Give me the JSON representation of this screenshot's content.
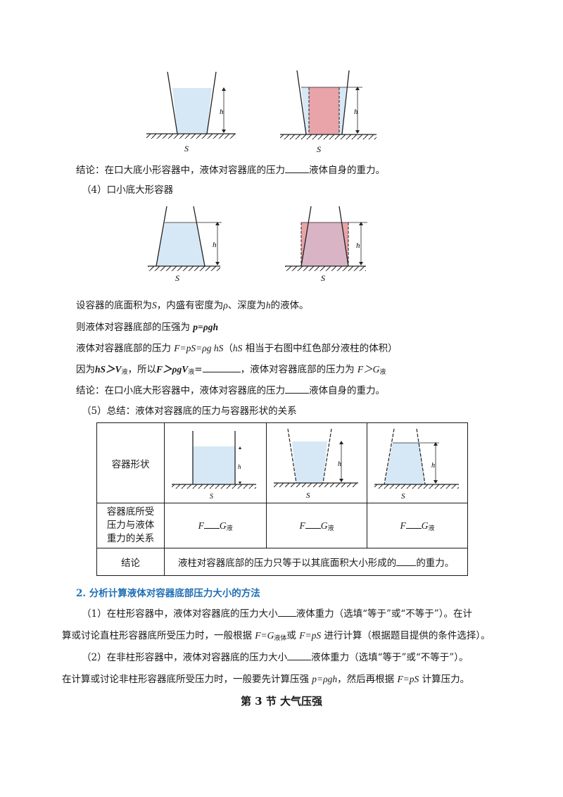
{
  "figures": {
    "label_s": "S",
    "label_h": "h"
  },
  "para1": {
    "text_a": "结论：在口大底小形容器中，液体对容器底的压力",
    "text_b": "液体自身的重力。"
  },
  "section4": {
    "title": "（4）口小底大形容器"
  },
  "para2": {
    "a": "设容器的底面积为",
    "b": "S",
    "c": "，内盛有密度为",
    "d": "ρ",
    "e": "、深度为",
    "f": "h",
    "g": "的液体。"
  },
  "para3": {
    "a": "则液体对容器底部的压强为 ",
    "b": "p=ρgh"
  },
  "para4": {
    "a": "液体对容器底部的压力 ",
    "b": "F=pS=ρg hS",
    "c": "（",
    "d": "hS",
    "e": " 相当于右图中红色部分液柱的体积）"
  },
  "para5": {
    "a": "因为",
    "b": "hS＞V",
    "c": "液",
    "d": "，所以",
    "e": "F＞ρgV",
    "f": "液",
    "g": "=",
    "h": "，液体对容器底部的压力为 ",
    "i": "F＞G",
    "j": "液"
  },
  "para6": {
    "text_a": "结论：在口小底大形容器中，液体对容器底的压力",
    "text_b": "液体自身的重力。"
  },
  "section5": {
    "title": "（5）总结：液体对容器底的压力与容器形状的关系"
  },
  "table": {
    "row1_label": "容器形状",
    "row2_label_1": "容器底所受",
    "row2_label_2": "压力与液体",
    "row2_label_3": "重力的关系",
    "rel_f": "F",
    "rel_g": "G",
    "rel_sub": "液",
    "row3_label": "结论",
    "conclusion_a": "液柱对容器底部的压力只等于以其底面积大小形成的",
    "conclusion_b": "的重力。"
  },
  "heading2": {
    "text": "2. 分析计算液体对容器底部压力大小的方法"
  },
  "para7": {
    "l1a": "（1）在柱形容器中，液体对容器底的压力大小",
    "l1b": "液体重力（选填“等于”或“不等于”）。在计",
    "l2a": "算或讨论直柱形容器底所受压力时，一般根据 ",
    "l2b": "F=G",
    "l2c": "液体",
    "l2d": "或 ",
    "l2e": "F=pS",
    "l2f": " 进行计算（根据题目提供的条件选择）。"
  },
  "para8": {
    "l1a": "（2）在非柱形容器中，液体对容器底的压力大小",
    "l1b": "液体重力（选填“等于”或“不等于”）。",
    "l2a": "在计算或讨论非柱形容器底所受压力时，一般要先计算压强 ",
    "l2b": "p=ρgh",
    "l2c": "，然后再根据 ",
    "l2d": "F=pS",
    "l2e": " 计算压力。"
  },
  "section_title": {
    "text": "第 3 节  大气压强"
  },
  "colors": {
    "liquid": "#d6e8f5",
    "red_column": "#e8a4a8",
    "blue_heading": "#1f6fb5"
  }
}
